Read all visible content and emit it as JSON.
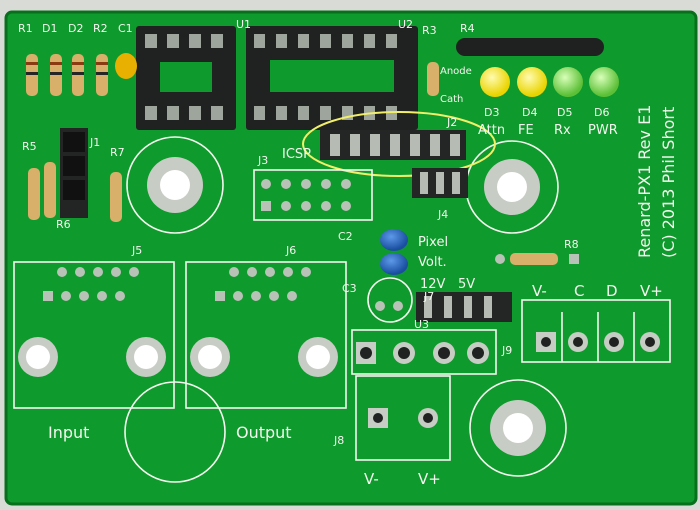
{
  "board": {
    "title": "Renard-PX1 Rev E1",
    "copyright": "(C) 2013 Phil Short"
  },
  "labels": {
    "r1": "R1",
    "d1": "D1",
    "d2": "D2",
    "r2": "R2",
    "c1": "C1",
    "u1": "U1",
    "u2": "U2",
    "r3": "R3",
    "r4": "R4",
    "anode": "Anode",
    "cathode": "Cath",
    "d3": "D3",
    "d4": "D4",
    "d5": "D5",
    "d6": "D6",
    "attn": "Attn",
    "fe": "FE",
    "rx": "Rx",
    "pwr": "PWR",
    "j1": "J1",
    "j2": "J2",
    "j3": "J3",
    "j4": "J4",
    "j5": "J5",
    "j6": "J6",
    "j7": "J7",
    "j8": "J8",
    "j9": "J9",
    "r5": "R5",
    "r6": "R6",
    "r7": "R7",
    "r8": "R8",
    "icsp": "ICSP",
    "c2": "C2",
    "c3": "C3",
    "u3": "U3",
    "pixel": "Pixel",
    "volt": "Volt.",
    "v12": "12V",
    "v5": "5V",
    "input": "Input",
    "output": "Output",
    "vminus": "V-",
    "vplus": "V+",
    "c": "C",
    "d": "D"
  },
  "colors": {
    "pcb": "#0e9a2c",
    "pcb_dark": "#0a7e22",
    "silkscreen": "#f4f7ef",
    "pad": "#b9c2b6",
    "header": "#2a2d2b",
    "led_yellow": "#f2e21a",
    "led_green": "#7fd64a",
    "cap_blue": "#1e5fb8",
    "highlight_ellipse": "#f1ef6a"
  }
}
